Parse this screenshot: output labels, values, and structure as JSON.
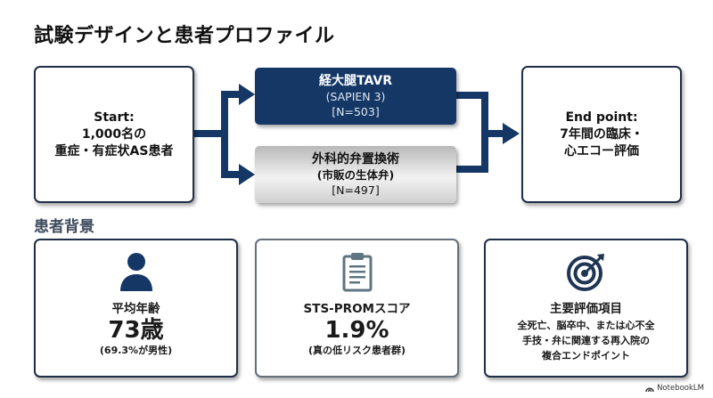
{
  "title": "試験デザインと患者プロファイル",
  "colors": {
    "navy": "#143766",
    "border": "#1f2f47",
    "gray_arm": "#d0d0d0",
    "clipboard": "#5f7580"
  },
  "flow": {
    "start": {
      "line1": "Start:",
      "line2": "1,000名の",
      "line3": "重症・有症状AS患者"
    },
    "arm_tavr": {
      "title": "経大腿TAVR",
      "device": "(SAPIEN 3)",
      "n": "[N=503]"
    },
    "arm_savr": {
      "title": "外科的弁置換術",
      "device": "(市販の生体弁)",
      "n": "[N=497]"
    },
    "end": {
      "line1": "End point:",
      "line2": "7年間の臨床・",
      "line3": "心エコー評価"
    }
  },
  "section_title": "患者背景",
  "cards": [
    {
      "icon": "person-icon",
      "label": "平均年齢",
      "value": "73歳",
      "note": "(69.3%が男性)"
    },
    {
      "icon": "clipboard-icon",
      "label": "STS-PROMスコア",
      "value": "1.9%",
      "note": "(真の低リスク患者群)"
    },
    {
      "icon": "target-icon",
      "label": "主要評価項目",
      "desc": [
        "全死亡、脳卒中、または心不全",
        "手技・弁に関連する再入院の",
        "複合エンドポイント"
      ]
    }
  ],
  "brand": "NotebookLM"
}
